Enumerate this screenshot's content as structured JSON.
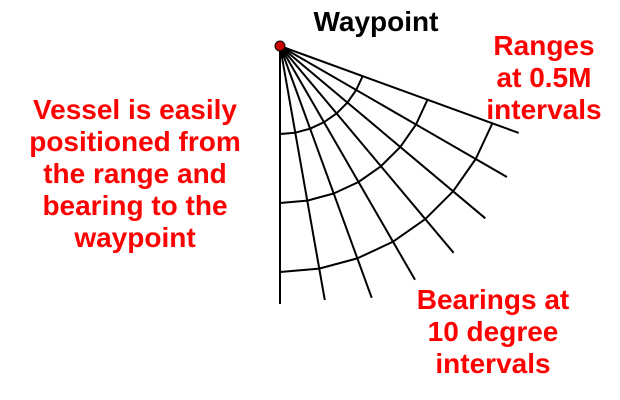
{
  "labels": {
    "waypoint": "Waypoint",
    "vessel_lines": [
      "Vessel is easily",
      "positioned from",
      "the range and",
      "bearing to the",
      "waypoint"
    ],
    "ranges_lines": [
      "Ranges",
      "at 0.5M",
      "intervals"
    ],
    "bearings_lines": [
      "Bearings at",
      "10 degree",
      "intervals"
    ]
  },
  "colors": {
    "waypoint_text": "#000000",
    "annotation_text": "#ff0000",
    "lines": "#000000",
    "waypoint_dot": "#cc0000"
  }
}
